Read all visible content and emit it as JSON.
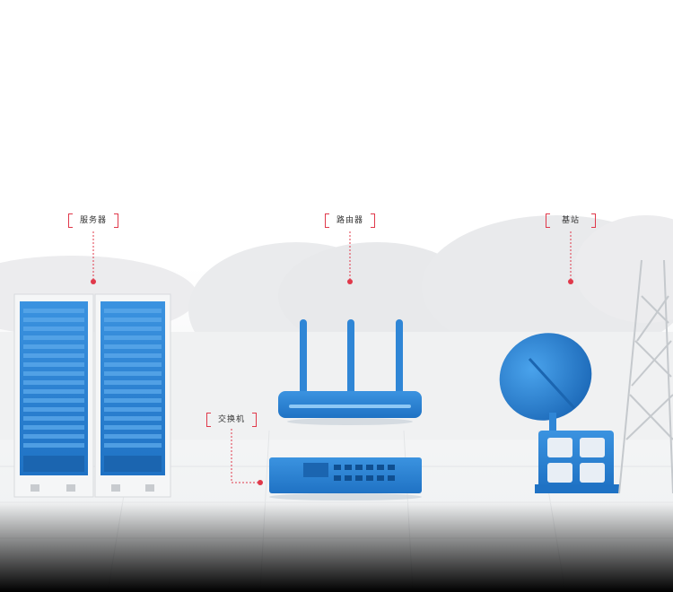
{
  "labels": {
    "server": "服务器",
    "router": "路由器",
    "base_station": "基站",
    "switch": "交换机"
  },
  "colors": {
    "device_blue": "#2f86d6",
    "device_dark_blue": "#1e6fbf",
    "accent_red": "#e0384a",
    "background": "#ffffff"
  }
}
